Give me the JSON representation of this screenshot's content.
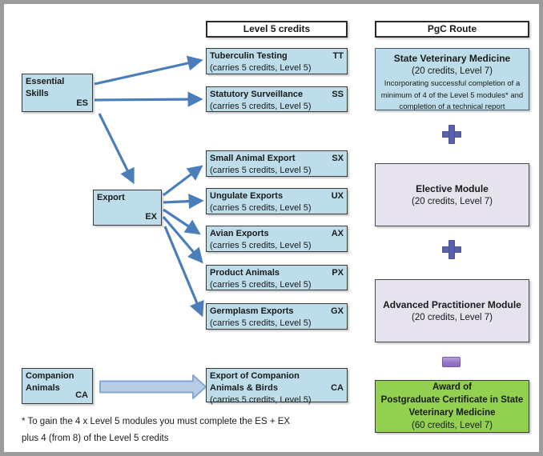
{
  "headers": {
    "level5": "Level 5 credits",
    "pgc": "PgC Route"
  },
  "sources": {
    "essential_skills": {
      "title": "Essential Skills",
      "code": "ES"
    },
    "export": {
      "title": "Export",
      "code": "EX"
    },
    "companion_animals": {
      "title": "Companion Animals",
      "code": "CA"
    }
  },
  "modules": [
    {
      "title": "Tuberculin Testing",
      "code": "TT",
      "detail": "(carries 5 credits, Level 5)"
    },
    {
      "title": "Statutory Surveillance",
      "code": "SS",
      "detail": "(carries 5 credits, Level 5)"
    },
    {
      "title": "Small Animal Export",
      "code": "SX",
      "detail": "(carries 5 credits, Level 5)"
    },
    {
      "title": "Ungulate Exports",
      "code": "UX",
      "detail": "(carries 5 credits, Level 5)"
    },
    {
      "title": "Avian Exports",
      "code": "AX",
      "detail": "(carries 5 credits, Level 5)"
    },
    {
      "title": "Product Animals",
      "code": "PX",
      "detail": "(carries 5 credits, Level 5)"
    },
    {
      "title": "Germplasm Exports",
      "code": "GX",
      "detail": "(carries 5 credits, Level 5)"
    },
    {
      "title": "Export of Companion Animals & Birds",
      "code": "CA",
      "detail": "(carries 5 credits, Level 5)"
    }
  ],
  "pgc": {
    "svm": {
      "title": "State Veterinary Medicine",
      "credits": "(20 credits, Level 7)",
      "note": "Incorporating successful completion of a minimum of 4 of the Level 5 modules* and completion of a technical report"
    },
    "elective": {
      "title": "Elective Module",
      "credits": "(20 credits, Level 7)"
    },
    "advanced": {
      "title": "Advanced Practitioner Module",
      "credits": "(20 credits, Level 7)"
    },
    "award": {
      "title": "Award of\nPostgraduate Certificate in State Veterinary Medicine",
      "credits": "(60 credits, Level 7)"
    }
  },
  "icons": {
    "plus_symbol": "+",
    "equals_symbol": "="
  },
  "footnote": "* To gain the 4 x Level 5 modules you must complete the ES + EX\nplus 4 (from 8) of the Level 5 credits",
  "colors": {
    "module_fill": "#bcdde9",
    "elective_fill": "#e6e2ee",
    "award_fill": "#92d050",
    "arrow_blue": "#4a7ebb",
    "plus_blue": "#5763aa",
    "equals_purple": "#9678c6",
    "frame_gray": "#9c9c9c"
  }
}
